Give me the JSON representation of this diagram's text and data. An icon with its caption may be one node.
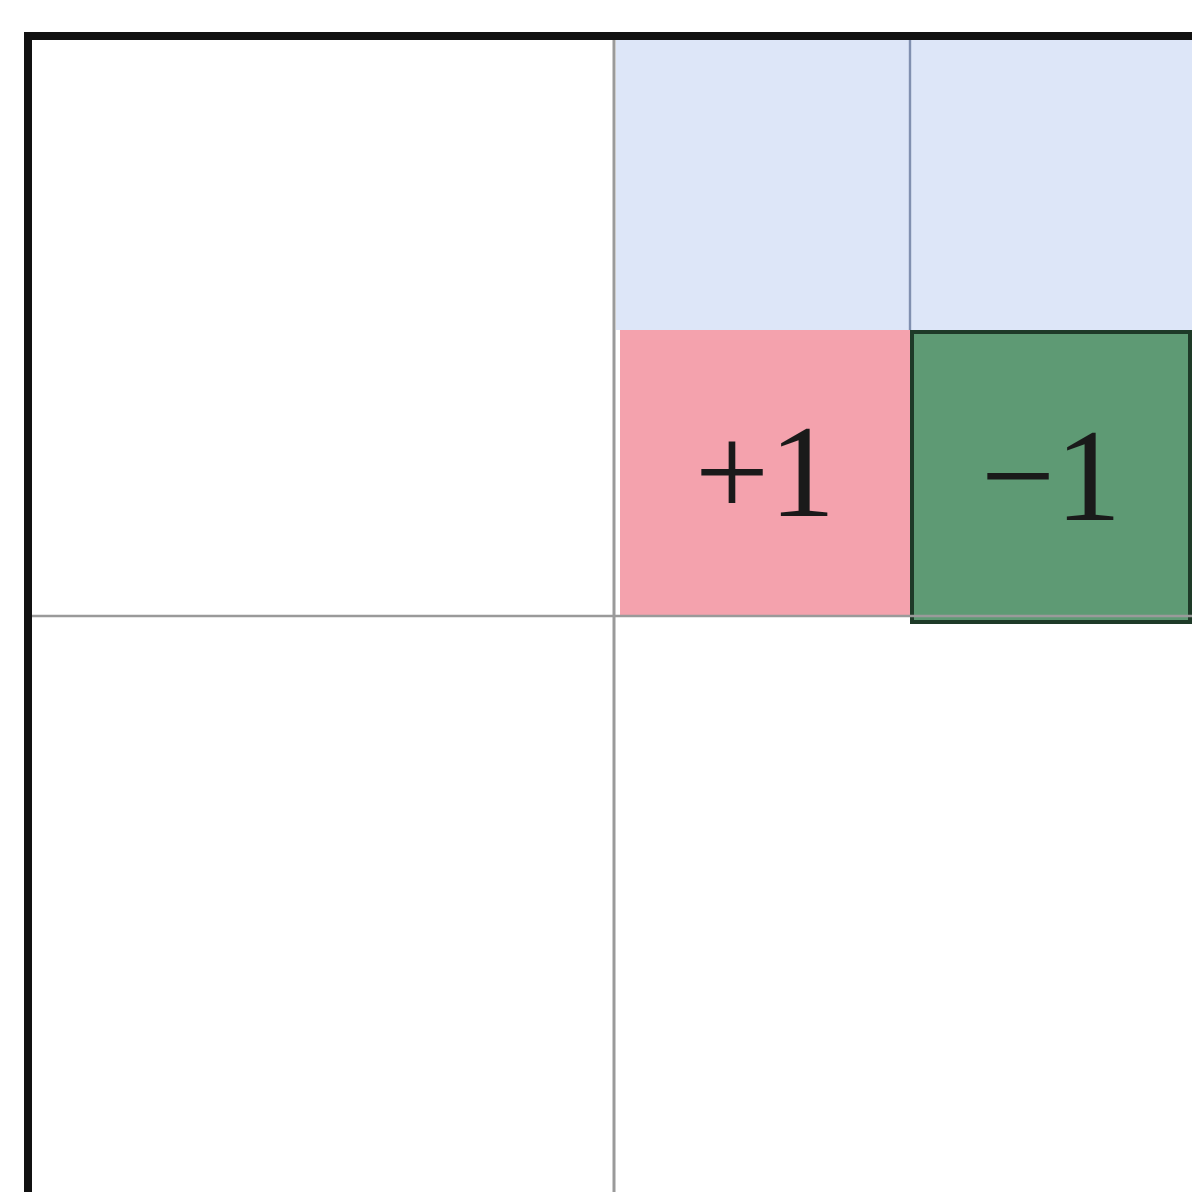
{
  "diagram": {
    "nodes": [
      {
        "text": [],
        "shape": "box"
      },
      {
        "text": [],
        "shape": "box"
      },
      {
        "text": [
          "+1"
        ]
      },
      {
        "text": [
          "−1"
        ]
      }
    ]
  }
}
